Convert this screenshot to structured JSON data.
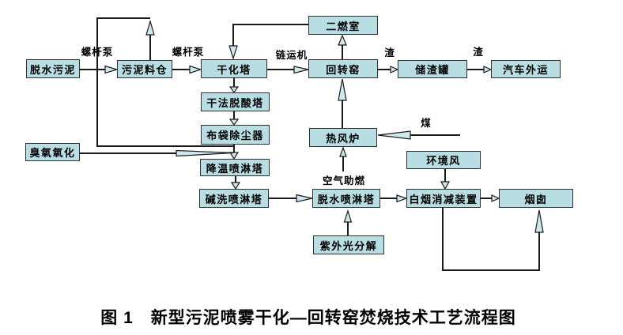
{
  "figure": {
    "caption": "图 1　新型污泥喷雾干化—回转窑焚烧技术工艺流程图"
  },
  "colors": {
    "background": "#ffffff",
    "node_fill": "#b8dde2",
    "node_border": "#2f2f2f",
    "line": "#1a1a1a",
    "arrowhead_fill": "#cfe8ec",
    "text": "#000000"
  },
  "nodes": [
    {
      "id": "dewatered-sludge",
      "label": "脱水污泥"
    },
    {
      "id": "sludge-silo",
      "label": "污泥料仓"
    },
    {
      "id": "drying-tower",
      "label": "干化塔"
    },
    {
      "id": "rotary-kiln",
      "label": "回转窑"
    },
    {
      "id": "slag-storage-tank",
      "label": "储渣罐"
    },
    {
      "id": "truck-transport-out",
      "label": "汽车外运"
    },
    {
      "id": "secondary-combustion-chamber",
      "label": "二燃室"
    },
    {
      "id": "dry-deacidification-tower",
      "label": "干法脱酸塔"
    },
    {
      "id": "bag-dust-collector",
      "label": "布袋除尘器"
    },
    {
      "id": "ozone-oxidation",
      "label": "臭氧氧化"
    },
    {
      "id": "cooling-spray-tower",
      "label": "降温喷淋塔"
    },
    {
      "id": "alkali-washing-spray-tower",
      "label": "碱洗喷淋塔"
    },
    {
      "id": "hot-blast-stove",
      "label": "热风炉"
    },
    {
      "id": "ambient-air",
      "label": "环境风"
    },
    {
      "id": "dewatering-spray-tower",
      "label": "脱水喷淋塔"
    },
    {
      "id": "white-smoke-reduction-device",
      "label": "白烟消减装置"
    },
    {
      "id": "chimney",
      "label": "烟囱"
    },
    {
      "id": "uv-decomposition",
      "label": "紫外光分解"
    }
  ],
  "edge_labels": [
    {
      "id": "screw-pump-1",
      "text": "螺杆泵"
    },
    {
      "id": "screw-pump-2",
      "text": "螺杆泵"
    },
    {
      "id": "chain-conveyor",
      "text": "链运机"
    },
    {
      "id": "slag-1",
      "text": "渣"
    },
    {
      "id": "slag-2",
      "text": "渣"
    },
    {
      "id": "coal",
      "text": "煤"
    },
    {
      "id": "combustion-air",
      "text": "空气助燃"
    }
  ],
  "edges": [
    {
      "from": "dewatered-sludge",
      "to": "sludge-silo",
      "label": "螺杆泵"
    },
    {
      "from": "sludge-silo",
      "to": "drying-tower",
      "label": "螺杆泵"
    },
    {
      "from": "drying-tower",
      "to": "rotary-kiln",
      "label": "链运机"
    },
    {
      "from": "rotary-kiln",
      "to": "slag-storage-tank",
      "label": "渣"
    },
    {
      "from": "slag-storage-tank",
      "to": "truck-transport-out",
      "label": "渣"
    },
    {
      "from": "rotary-kiln",
      "to": "secondary-combustion-chamber",
      "label": ""
    },
    {
      "from": "secondary-combustion-chamber",
      "to": "drying-tower",
      "label": ""
    },
    {
      "from": "drying-tower",
      "to": "dry-deacidification-tower",
      "label": ""
    },
    {
      "from": "dry-deacidification-tower",
      "to": "bag-dust-collector",
      "label": ""
    },
    {
      "from": "bag-dust-collector",
      "to": "cooling-spray-tower",
      "label": ""
    },
    {
      "from": "sludge-silo",
      "to": "cooling-spray-tower",
      "label": ""
    },
    {
      "from": "ozone-oxidation",
      "to": "cooling-spray-tower",
      "label": ""
    },
    {
      "from": "cooling-spray-tower",
      "to": "alkali-washing-spray-tower",
      "label": ""
    },
    {
      "from": "alkali-washing-spray-tower",
      "to": "dewatering-spray-tower",
      "label": ""
    },
    {
      "from": "dewatering-spray-tower",
      "to": "white-smoke-reduction-device",
      "label": ""
    },
    {
      "from": "white-smoke-reduction-device",
      "to": "chimney",
      "label": ""
    },
    {
      "from": "white-smoke-reduction-device",
      "to": "chimney",
      "label": "bottom-bypass"
    },
    {
      "from": "ambient-air",
      "to": "white-smoke-reduction-device",
      "label": ""
    },
    {
      "from": "uv-decomposition",
      "to": "dewatering-spray-tower",
      "label": ""
    },
    {
      "from": "hot-blast-stove",
      "to": "rotary-kiln",
      "label": ""
    },
    {
      "from": "coal",
      "to": "hot-blast-stove",
      "label": "煤"
    },
    {
      "from": "combustion-air",
      "to": "hot-blast-stove",
      "label": "空气助燃"
    }
  ]
}
